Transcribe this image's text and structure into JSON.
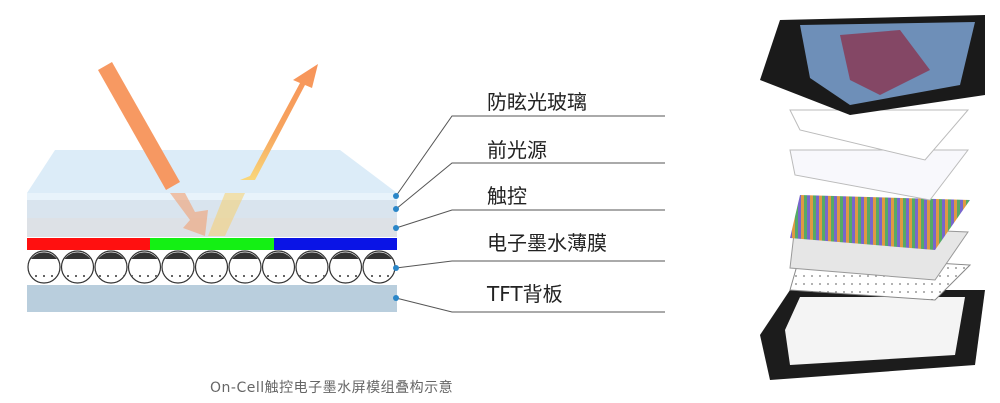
{
  "labels": [
    "防眩光玻璃",
    "前光源",
    "触控",
    "电子墨水薄膜",
    "TFT背板"
  ],
  "caption": "On-Cell触控电子墨水屏模组叠构示意",
  "colors": {
    "red": "#ff1010",
    "green": "#14f014",
    "blue": "#0a14e6",
    "arrow": "#f7935a",
    "dot": "#2a86c8"
  }
}
